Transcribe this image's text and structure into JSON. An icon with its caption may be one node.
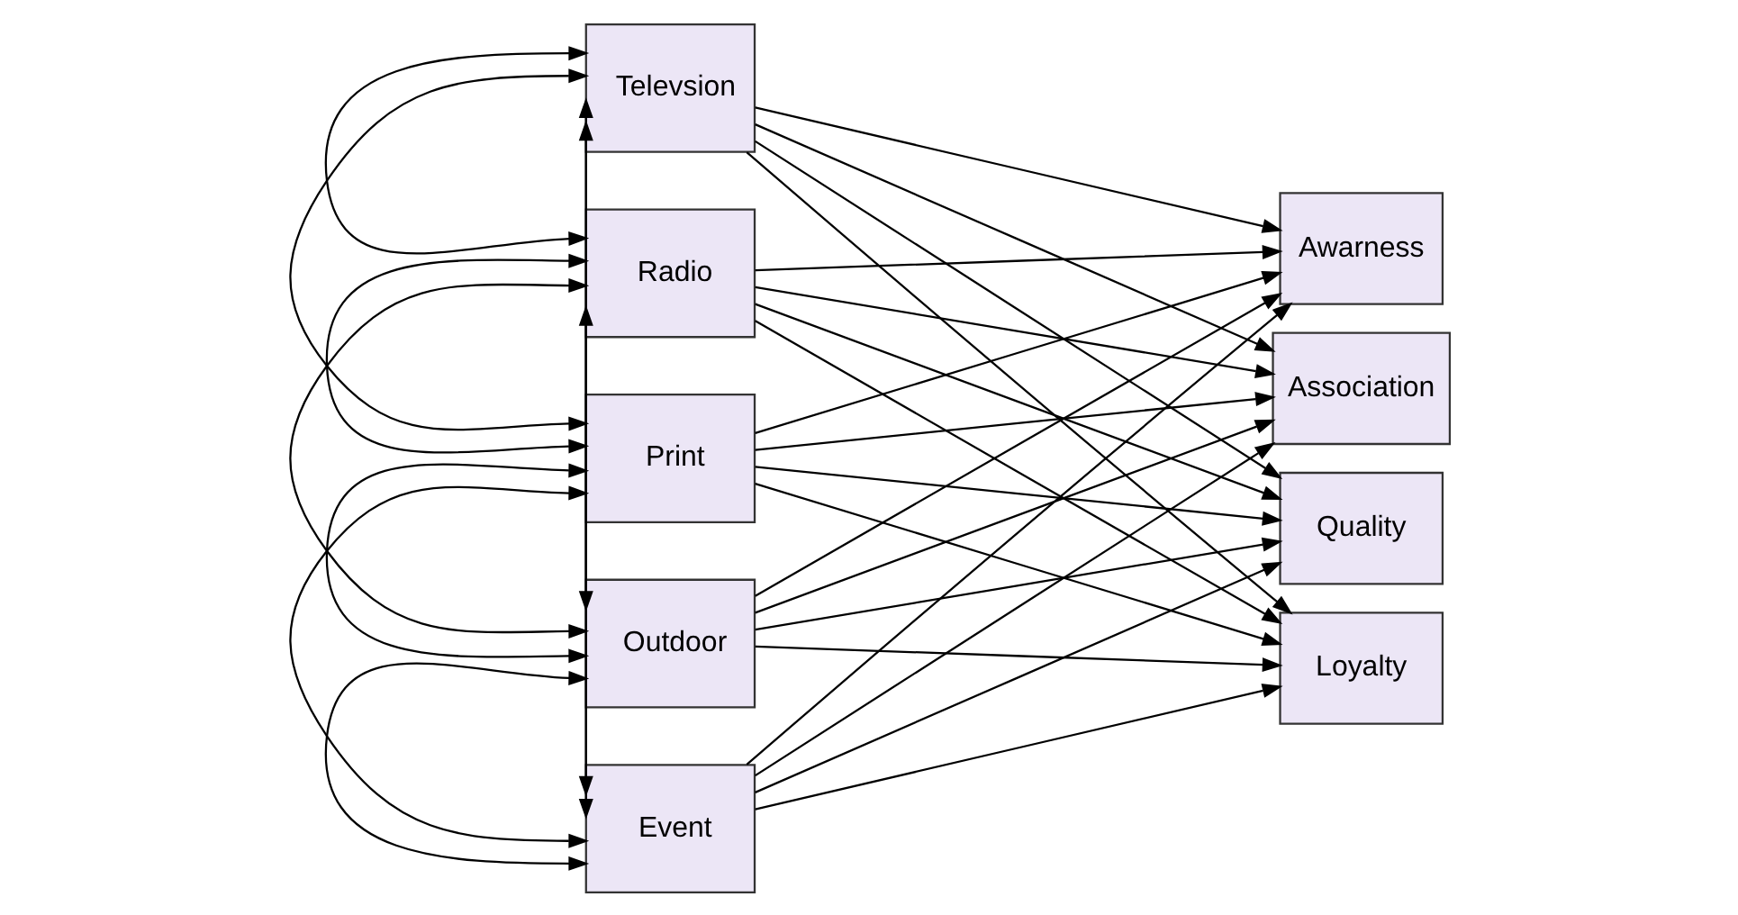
{
  "diagram": {
    "nodes": [
      {
        "text": [
          "Televsion"
        ]
      },
      {
        "text": [
          "Radio"
        ]
      },
      {
        "text": [
          "Print"
        ]
      },
      {
        "text": [
          "Outdoor"
        ]
      },
      {
        "text": [
          "Event"
        ]
      },
      {
        "text": [
          "Awarness"
        ]
      },
      {
        "text": [
          "Association"
        ]
      },
      {
        "text": [
          "Quality"
        ]
      },
      {
        "text": [
          "Loyalty"
        ]
      }
    ],
    "edges": [
      {
        "from": 0,
        "to": 5,
        "arrow": "to"
      },
      {
        "from": 0,
        "to": 6,
        "arrow": "to"
      },
      {
        "from": 0,
        "to": 7,
        "arrow": "to"
      },
      {
        "from": 0,
        "to": 8,
        "arrow": "to"
      },
      {
        "from": 1,
        "to": 5,
        "arrow": "to"
      },
      {
        "from": 1,
        "to": 6,
        "arrow": "to"
      },
      {
        "from": 1,
        "to": 7,
        "arrow": "to"
      },
      {
        "from": 1,
        "to": 8,
        "arrow": "to"
      },
      {
        "from": 2,
        "to": 5,
        "arrow": "to"
      },
      {
        "from": 2,
        "to": 6,
        "arrow": "to"
      },
      {
        "from": 2,
        "to": 7,
        "arrow": "to"
      },
      {
        "from": 2,
        "to": 8,
        "arrow": "to"
      },
      {
        "from": 3,
        "to": 5,
        "arrow": "to"
      },
      {
        "from": 3,
        "to": 6,
        "arrow": "to"
      },
      {
        "from": 3,
        "to": 7,
        "arrow": "to"
      },
      {
        "from": 3,
        "to": 8,
        "arrow": "to"
      },
      {
        "from": 4,
        "to": 5,
        "arrow": "to"
      },
      {
        "from": 4,
        "to": 6,
        "arrow": "to"
      },
      {
        "from": 4,
        "to": 7,
        "arrow": "to"
      },
      {
        "from": 4,
        "to": 8,
        "arrow": "to"
      },
      {
        "from": 0,
        "to": 1,
        "arrow": "both"
      },
      {
        "from": 0,
        "to": 2,
        "arrow": "both"
      },
      {
        "from": 0,
        "to": 3,
        "arrow": "both"
      },
      {
        "from": 0,
        "to": 4,
        "arrow": "both"
      },
      {
        "from": 1,
        "to": 2,
        "arrow": "both"
      },
      {
        "from": 1,
        "to": 3,
        "arrow": "both"
      },
      {
        "from": 1,
        "to": 4,
        "arrow": "both"
      },
      {
        "from": 2,
        "to": 3,
        "arrow": "both"
      },
      {
        "from": 2,
        "to": 4,
        "arrow": "both"
      },
      {
        "from": 3,
        "to": 4,
        "arrow": "both"
      }
    ]
  }
}
